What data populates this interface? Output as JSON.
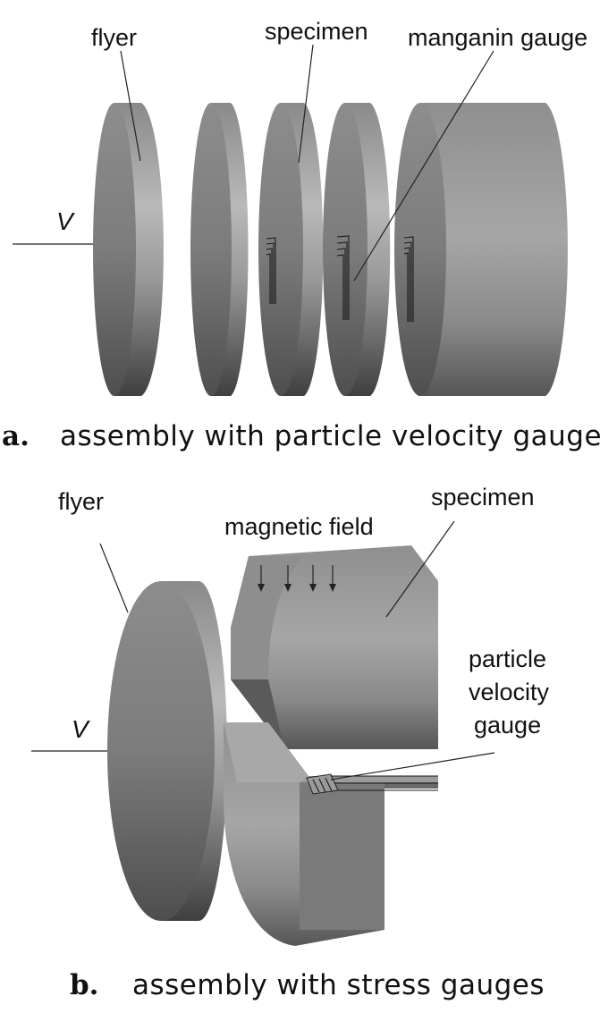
{
  "panel_a": {
    "labels": {
      "flyer": "flyer",
      "specimen": "specimen",
      "manganin_gauge": "manganin gauge",
      "velocity": "V"
    },
    "caption": {
      "letter": "a.",
      "text": "assembly with particle velocity gauge"
    }
  },
  "panel_b": {
    "labels": {
      "flyer": "flyer",
      "specimen": "specimen",
      "magnetic_field": "magnetic field",
      "particle_velocity_gauge": [
        "particle",
        "velocity",
        "gauge"
      ],
      "velocity": "V"
    },
    "caption": {
      "letter": "b.",
      "text": "assembly with stress gauges"
    }
  }
}
